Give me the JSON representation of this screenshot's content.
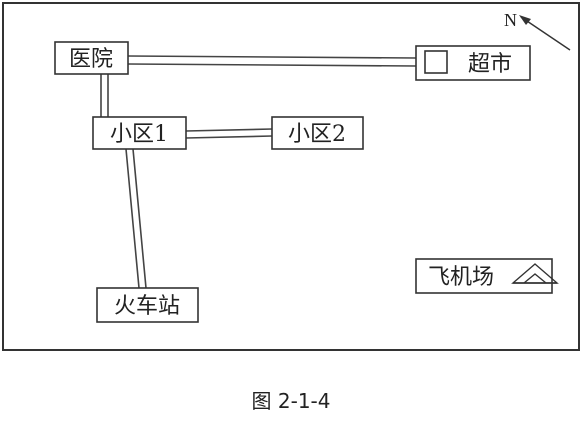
{
  "map": {
    "north_label": "N",
    "places": {
      "hospital": "医院",
      "supermarket": "超市",
      "community1": "小区1",
      "community2": "小区2",
      "train_station": "火车站",
      "airport": "飞机场"
    }
  },
  "caption": "图 2-1-4"
}
